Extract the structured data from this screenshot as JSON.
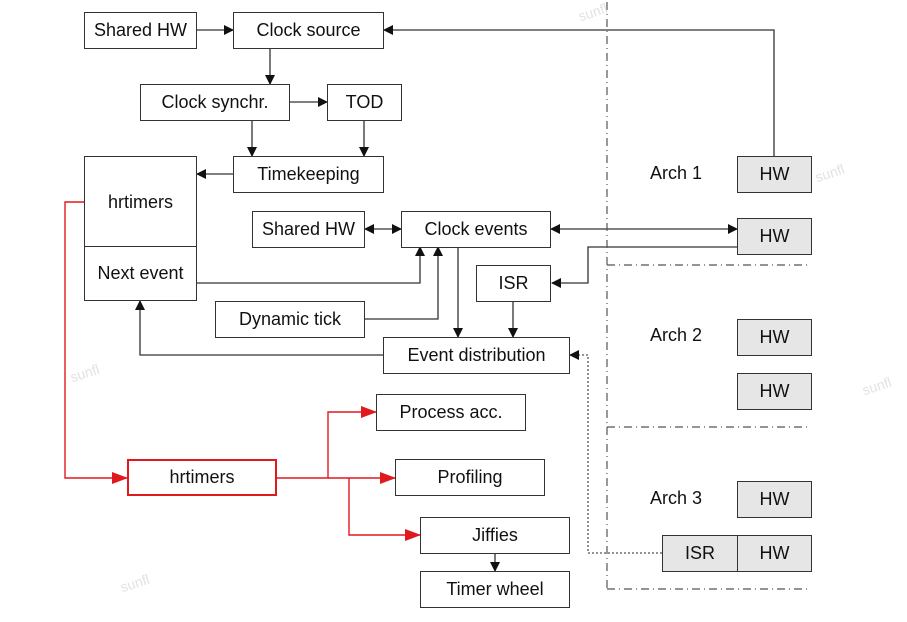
{
  "diagram": {
    "nodes": {
      "shared_hw_top": "Shared HW",
      "clock_source": "Clock source",
      "clock_synchr": "Clock synchr.",
      "tod": "TOD",
      "timekeeping": "Timekeeping",
      "hrtimers_top": "hrtimers",
      "next_event": "Next event",
      "shared_hw_mid": "Shared HW",
      "clock_events": "Clock events",
      "isr_mid": "ISR",
      "dynamic_tick": "Dynamic tick",
      "event_distribution": "Event distribution",
      "process_acc": "Process acc.",
      "hrtimers_red": "hrtimers",
      "profiling": "Profiling",
      "jiffies": "Jiffies",
      "timer_wheel": "Timer wheel"
    },
    "arch": [
      {
        "label": "Arch 1",
        "boxes": [
          "HW",
          "HW"
        ]
      },
      {
        "label": "Arch 2",
        "boxes": [
          "HW",
          "HW"
        ]
      },
      {
        "label": "Arch 3",
        "boxes": [
          "HW",
          "ISR",
          "HW"
        ]
      }
    ],
    "colors": {
      "line": "#222222",
      "highlight": "#e0191f",
      "hw_fill": "#e6e6e6"
    },
    "watermark": "sunfl"
  }
}
